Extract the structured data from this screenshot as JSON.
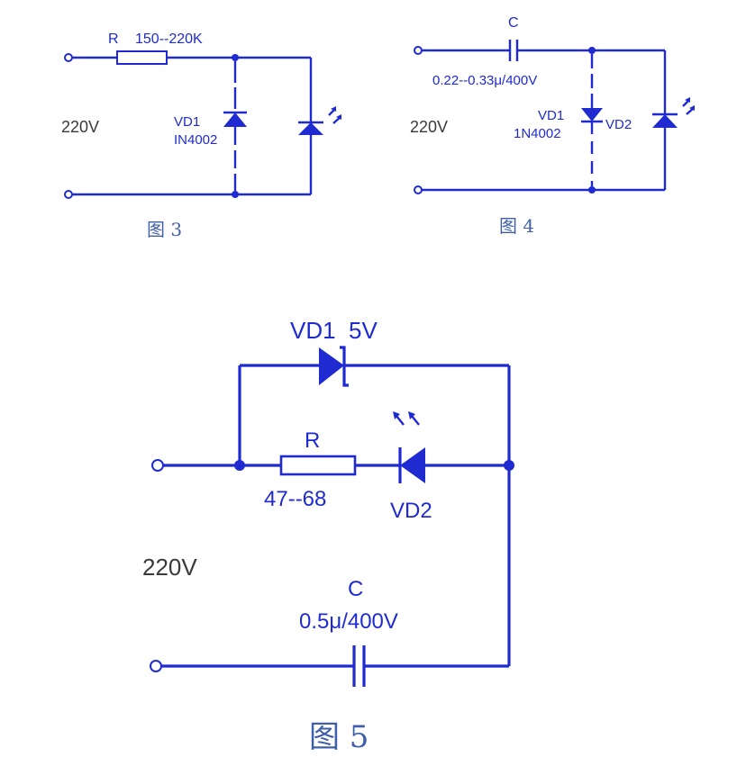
{
  "fig3": {
    "resistor_label": "R",
    "resistor_value": "150--220K",
    "voltage": "220V",
    "diode_name": "VD1",
    "diode_part": "IN4002",
    "caption": "图 3"
  },
  "fig4": {
    "capacitor_label": "C",
    "capacitor_value": "0.22--0.33μ/400V",
    "voltage": "220V",
    "diode1_name": "VD1",
    "diode1_part": "1N4002",
    "diode2_name": "VD2",
    "caption": "图 4"
  },
  "fig5": {
    "zener_label": "VD1  5V",
    "resistor_label": "R",
    "resistor_value": "47--68",
    "led_label": "VD2",
    "voltage": "220V",
    "capacitor_label": "C",
    "capacitor_value": "0.5μ/400V",
    "caption": "图 5"
  },
  "colors": {
    "wire": "#1f2bd0",
    "caption": "#3f5fa8",
    "voltage_text": "#3a3a3a"
  }
}
